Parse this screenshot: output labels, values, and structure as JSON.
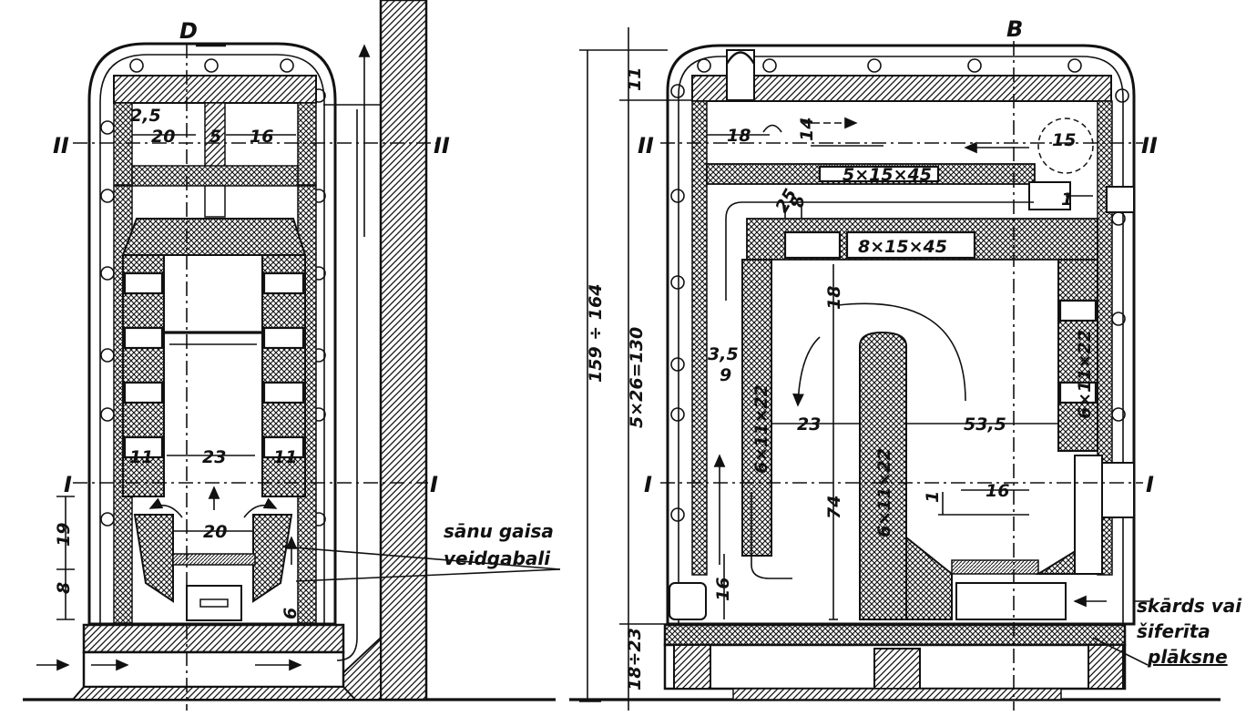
{
  "left_view": {
    "section_letter": "D",
    "section_II_left": "II",
    "section_II_right": "II",
    "section_I_left": "I",
    "section_I_right": "I",
    "dims": {
      "d25": "2,5",
      "d20a": "20",
      "d5": "5",
      "d16": "16",
      "d11a": "11",
      "d23": "23",
      "d11b": "11",
      "d20b": "20",
      "d19": "19",
      "d8": "8",
      "d6": "6"
    },
    "note_line1": "sānu gaisa",
    "note_line2": "veidgabali"
  },
  "right_view": {
    "section_letter": "B",
    "section_II_left": "II",
    "section_II_right": "II",
    "section_I_left": "I",
    "section_I_right": "I",
    "dims": {
      "d11": "11",
      "d159": "159 ÷ 164",
      "d5x26": "5×26=130",
      "d18_23": "18÷23",
      "d18a": "18",
      "d14": "14",
      "d15": "15",
      "brick_top": "5×15×45",
      "brick_mid": "8×15×45",
      "d25": "25",
      "d8": "8",
      "d1a": "1",
      "d18b": "18",
      "d35": "3,5",
      "d9": "9",
      "brick_left": "6×11×22",
      "d23": "23",
      "d535": "53,5",
      "brick_right": "6×11×22",
      "brick_center": "6×11×22",
      "d16a": "16",
      "d1b": "1",
      "d74": "74",
      "d16b": "16"
    },
    "note_line1": "skārds vai",
    "note_line2": "šiferīta",
    "note_line3": "plāksne"
  }
}
